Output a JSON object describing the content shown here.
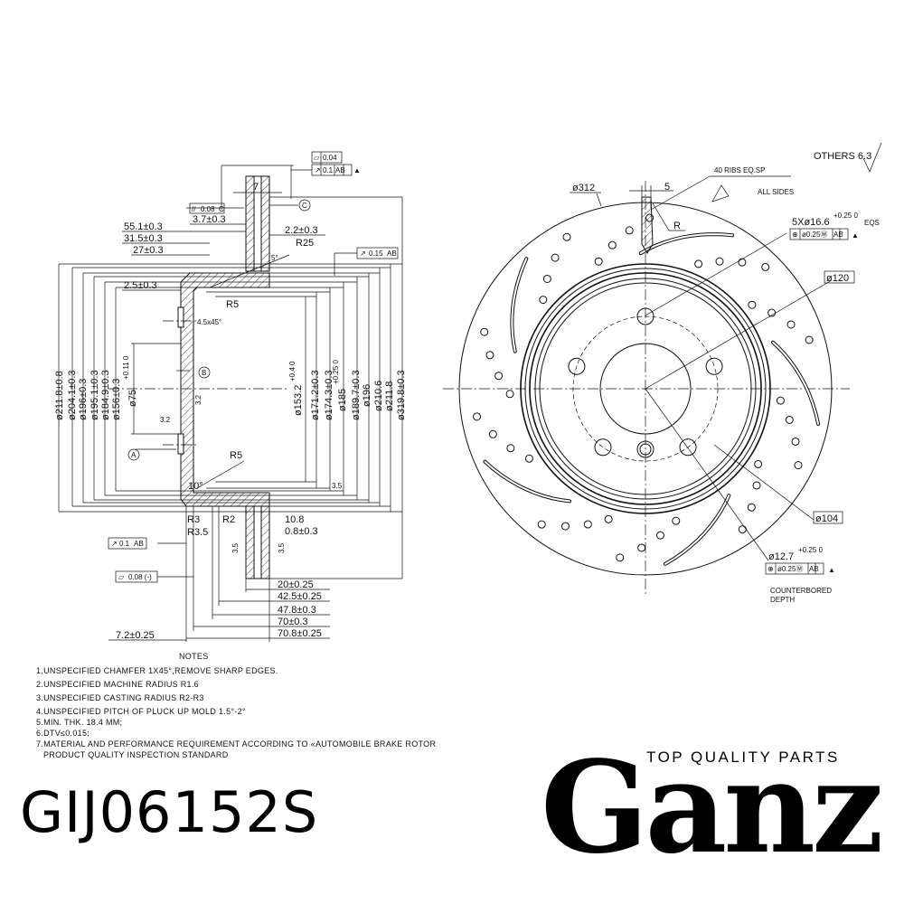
{
  "section_view": {
    "top_dims": {
      "width7": "7",
      "d55": "55.1±0.3",
      "d3_7": "3.7±0.3",
      "d31_5": "31.5±0.3",
      "d27": "27±0.3",
      "d2_2": "2.2±0.3",
      "r25": "R25",
      "angle5": "5°",
      "d2_5": "2.5±0.3",
      "r5a": "R5",
      "chamfer": "4.5x45°",
      "r5b": "R5",
      "angle10": "10°",
      "r3": "R3",
      "r3_5": "R3.5",
      "r2": "R2",
      "d10_8": "10.8",
      "d0_8": "0.8±0.3"
    },
    "bottom_dims": [
      "20±0.25",
      "42.5±0.25",
      "47.8±0.3",
      "70±0.3",
      "70.8±0.25"
    ],
    "left_bottom_dim": "7.2±0.25",
    "left_diameters": [
      "ø211.8±0.8",
      "ø204.1±0.3",
      "ø196±0.3",
      "ø195.1±0.3",
      "ø184.9±0.3",
      "ø156±0.3"
    ],
    "bore": {
      "main": "ø75",
      "tol": "+0.11 0"
    },
    "right_diameters": [
      {
        "main": "ø153.2",
        "tol": "+0.4 0"
      },
      {
        "main": "ø171.2±0.3",
        "tol": ""
      },
      {
        "main": "ø174.3±0.3",
        "tol": ""
      },
      {
        "main": "ø185",
        "tol": "+0.25 0"
      },
      {
        "main": "ø189.7±0.3",
        "tol": ""
      },
      {
        "main": "ø196",
        "tol": ""
      },
      {
        "main": "ø210.6",
        "tol": ""
      },
      {
        "main": "ø211.8",
        "tol": ""
      },
      {
        "main": "ø319.8±0.3",
        "tol": ""
      }
    ],
    "datums": {
      "a": "A",
      "b": "B",
      "c": "C"
    },
    "roughness": {
      "r32a": "3.2",
      "r32b": "3.2",
      "r35a": "3.5",
      "r35b": "3.5",
      "r35c": "3.5"
    },
    "gdt": {
      "flatness_top": "0.04",
      "runout_top": "0.1",
      "runout_top_ref": "AB",
      "parallel": "0.08",
      "parallel_ref": "C",
      "runout_right": "0.15",
      "runout_right_ref": "AB",
      "runout_left": "0.1",
      "runout_left_ref": "AB",
      "flatness_left": "0.08 (-)"
    }
  },
  "front_view": {
    "others_roughness": "OTHERS 6.3",
    "d312": "ø312",
    "width5": "5",
    "ribs": "40 RIBS EQ.SP",
    "all_sides": "ALL SIDES",
    "radius": "R",
    "bolt_holes": {
      "main": "5Xø16.6",
      "tol": "+0.25 0",
      "eqs": "EQS",
      "position": "ø0.25Ⓜ",
      "ref": "AB"
    },
    "d120": "ø120",
    "d104": "ø104",
    "pilot_hole": {
      "main": "ø12.7",
      "tol": "+0.25 0",
      "position": "ø0.25Ⓜ",
      "ref": "AB"
    },
    "counterbored": [
      "COUNTERBORED",
      "DEPTH"
    ]
  },
  "notes": {
    "title": "NOTES",
    "items": [
      "1.UNSPECIFIED CHAMFER 1X45°,REMOVE SHARP EDGES.",
      "2.UNSPECIFIED MACHINE RADIUS R1.6",
      "3.UNSPECIFIED CASTING RADIUS R2-R3",
      "4.UNSPECIFIED PITCH OF PLUCK UP MOLD 1.5°-2°",
      "5.MIN. THK. 18.4 MM;",
      "6.DTV≤0.015;",
      "7.MATERIAL AND PERFORMANCE REQUIREMENT ACCORDING TO «AUTOMOBILE BRAKE ROTOR",
      "PRODUCT QUALITY INSPECTION STANDARD"
    ]
  },
  "part_number": "GIJ06152S",
  "brand": {
    "name": "Ganz",
    "tagline": "TOP QUALITY PARTS"
  }
}
